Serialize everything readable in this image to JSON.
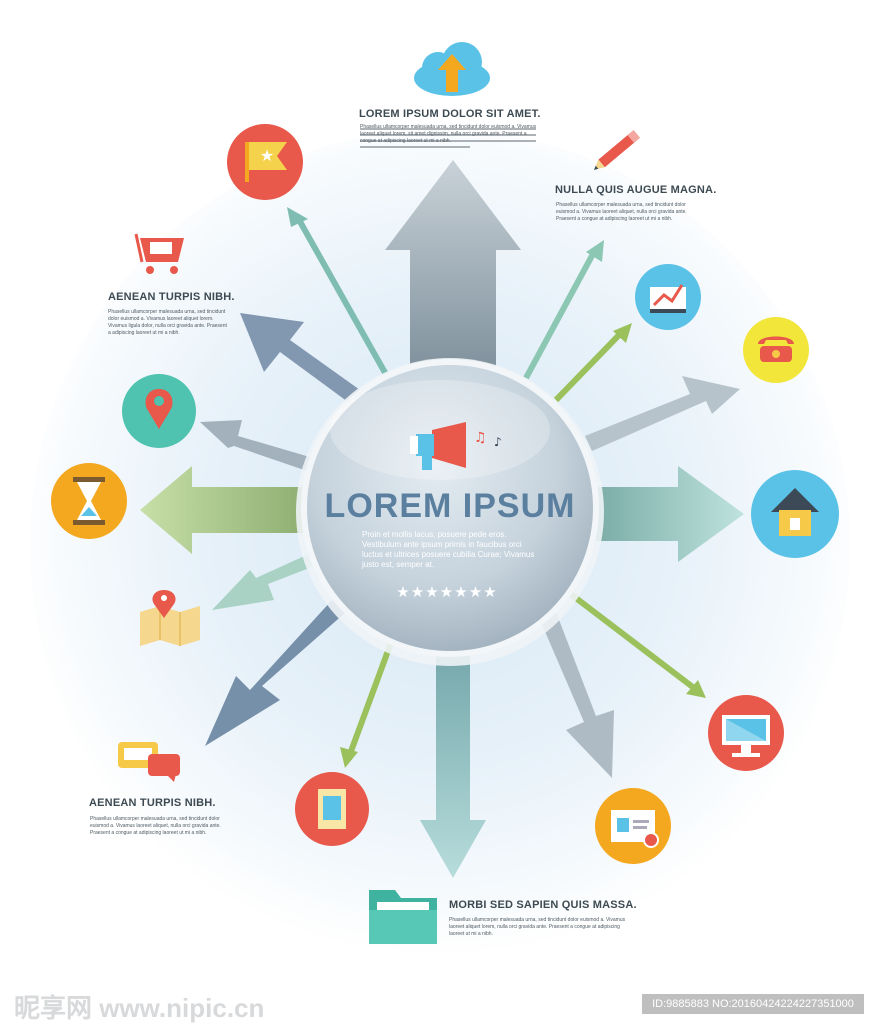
{
  "hub": {
    "title": "LOREM IPSUM",
    "body": "Proin et mollis lacus, posuere pede eros. Vestibulum ante ipsum primis in faucibus orci luctus et ultrices posuere cubilia Curae; Vivamus justo est, semper at.",
    "stars": 7
  },
  "blocks": {
    "top": {
      "heading": "LOREM IPSUM DOLOR SIT AMET.",
      "body": "Phasellus ullamcorper malesuada urna, sed tincidunt dolor euismod a. Vivamus laoreet aliquet lorem, sit amet dignissim, nulla orci gravida ante. Praesent a congue at adipiscing laoreet ut mi a nibh."
    },
    "topright": {
      "heading": "NULLA QUIS AUGUE MAGNA.",
      "body": "Phasellus ullamcorper malesuada urna, sed tincidunt dolor euismod a. Vivamus laoreet aliquet, nulla orci gravida ante. Praesent a congue at adipiscing laoreet ut mi a nibh."
    },
    "left": {
      "heading": "AENEAN TURPIS NIBH.",
      "body": "Phasellus ullamcorper malesuada urna, sed tincidunt dolor euismod a. Vivamus laoreet aliquet lorem. Vivamus ligula dolor, nulla orci gravida ante. Praesent a adipiscing laoreet ut mi a nibh."
    },
    "bottomleft": {
      "heading": "AENEAN TURPIS NIBH.",
      "body": "Phasellus ullamcorper malesuada urna, sed tincidunt dolor euismod a. Vivamus laoreet aliquet, nulla orci gravida ante. Praesent a congue at adipiscing laoreet ut mi a nibh."
    },
    "bottom": {
      "heading": "MORBI SED SAPIEN QUIS MASSA.",
      "body": "Phasellus ullamcorper malesuada urna, sed tincidunt dolor euismod a. Vivamus laoreet aliquet lorem, nulla orci gravida ante. Praesent a congue at adipiscing laoreet ut mi a nibh."
    }
  },
  "icons": [
    {
      "name": "cloud-upload-icon",
      "color": "#2f9ed8"
    },
    {
      "name": "pencil-icon",
      "color": "#e8584b"
    },
    {
      "name": "flag-star-icon",
      "color": "#e8584b"
    },
    {
      "name": "cart-icon",
      "color": "#e8584b"
    },
    {
      "name": "graph-icon",
      "color": "#5bc2e7"
    },
    {
      "name": "telephone-icon",
      "color": "#f2e63a"
    },
    {
      "name": "location-pin-icon",
      "color": "#4fc3b0"
    },
    {
      "name": "hourglass-icon",
      "color": "#f4a81f"
    },
    {
      "name": "home-icon",
      "color": "#5bc2e7"
    },
    {
      "name": "map-icon",
      "color": "#f5d78e"
    },
    {
      "name": "monitor-icon",
      "color": "#e8584b"
    },
    {
      "name": "chat-icon",
      "color": "#f7c948"
    },
    {
      "name": "document-icon",
      "color": "#e8584b"
    },
    {
      "name": "id-card-icon",
      "color": "#f4a81f"
    },
    {
      "name": "folder-icon",
      "color": "#4fc3b0"
    },
    {
      "name": "megaphone-icon",
      "color": "#e8584b"
    }
  ],
  "watermark": {
    "left": "昵享网 www.nipic.cn",
    "right": "ID:9885883 NO:20160424224227351000"
  }
}
